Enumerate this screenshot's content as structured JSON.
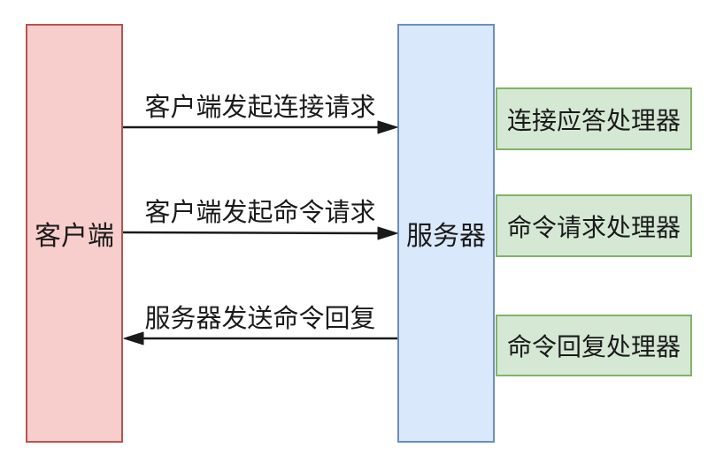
{
  "diagram": {
    "client": {
      "label": "客户端"
    },
    "server": {
      "label": "服务器"
    },
    "handlers": [
      {
        "label": "连接应答处理器"
      },
      {
        "label": "命令请求处理器"
      },
      {
        "label": "命令回复处理器"
      }
    ],
    "messages": [
      {
        "label": "客户端发起连接请求",
        "from": "客户端",
        "to": "服务器",
        "direction": "right"
      },
      {
        "label": "客户端发起命令请求",
        "from": "客户端",
        "to": "服务器",
        "direction": "right"
      },
      {
        "label": "服务器发送命令回复",
        "from": "服务器",
        "to": "客户端",
        "direction": "left"
      }
    ]
  },
  "colors": {
    "background": "#ffffff",
    "client_fill": "#f8cecc",
    "client_stroke": "#b85450",
    "server_fill": "#dae8fc",
    "server_stroke": "#6c8ebf",
    "handler_fill": "#d5e8d4",
    "handler_stroke": "#82b366",
    "arrow": "#1a1a1a",
    "text": "#1a1a1a"
  }
}
